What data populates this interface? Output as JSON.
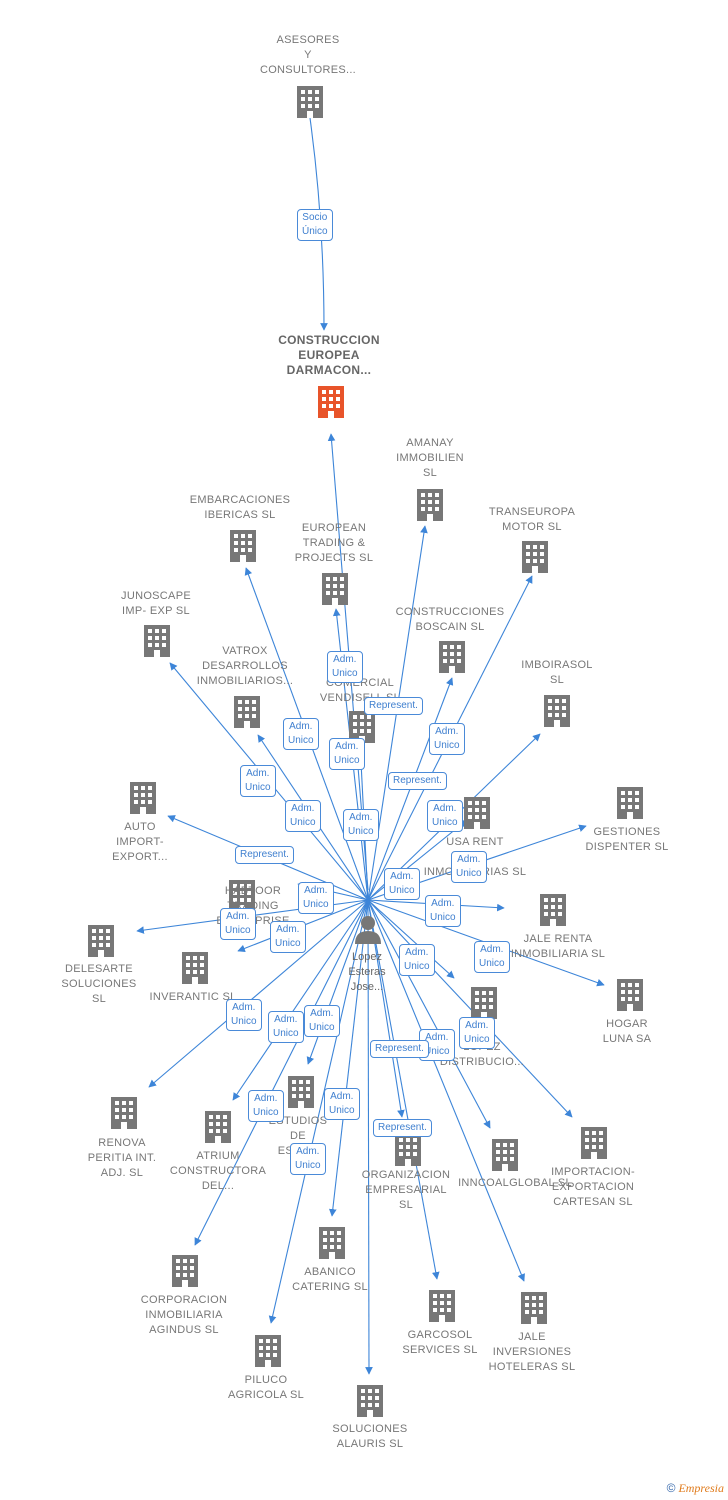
{
  "diagram": {
    "center_person": "Lopez\nEsteras\nJose...",
    "top_company": "ASESORES\nY\nCONSULTORES...",
    "main_company": "CONSTRUCCION\nEUROPEA\nDARMACON...",
    "top_relation": "Socio\nÚnico",
    "companies": [
      "AMANAY\nIMMOBILIEN\nSL",
      "EMBARCACIONES\nIBERICAS SL",
      "EUROPEAN\nTRADING &\nPROJECTS SL",
      "TRANSEUROPA\nMOTOR SL",
      "JUNOSCAPE\nIMP- EXP SL",
      "CONSTRUCCIONES\nBOSCAIN SL",
      "VATROX\nDESARROLLOS\nINMOBILIARIOS...",
      "COMERCIAL\nVENDISELL SL",
      "IMBOIRASOL\nSL",
      "AUTO\nIMPORT-\nEXPORT...",
      "USA RENT\nGES\nINMOBILIARIAS SL",
      "GESTIONES\nDISPENTER SL",
      "HABTOOR\nTRADING\nENTERPRISE",
      "DELESARTE\nSOLUCIONES\nSL",
      "INVERANTIC SL",
      "JALE RENTA\nINMOBILIARIA SL",
      "HOGAR\nLUNA SA",
      "I\nLOPEZ\nDISTRIBUCIO...",
      "RENOVA\nPERITIA INT.\nADJ. SL",
      "ATRIUM\nCONSTRUCTORA\nDEL...",
      "ESTUDIOS\nDE\nESTU...",
      "IMPORTACION-\nEXPORTACION\nCARTESAN SL",
      "INNCOALGLOBAL SL",
      "ORGANIZACION\nEMPRESARIAL\nSL",
      "ABANICO\nCATERING SL",
      "CORPORACION\nINMOBILIARIA\nAGINDUS SL",
      "GARCOSOL\nSERVICES SL",
      "JALE\nINVERSIONES\nHOTELERAS SL",
      "PILUCO\nAGRICOLA SL",
      "SOLUCIONES\nALAURIS SL"
    ],
    "relations": [
      "Adm.\nUnico",
      "Adm.\nUnico",
      "Represent.",
      "Adm.\nUnico",
      "Adm.\nUnico",
      "Adm.\nUnico",
      "Adm.\nUnico",
      "Represent.",
      "Adm.\nUnico",
      "Adm.\nUnico",
      "Represent.",
      "Adm.\nUnico",
      "Adm.\nUnico",
      "Adm.\nUnico",
      "Adm.\nUnico",
      "Adm.\nUnico",
      "Adm.\nUnico",
      "Adm.\nUnico",
      "Adm.\nUnico",
      "Adm.\nUnico",
      "Adm.\nUnico",
      "Adm.\nUnico",
      "Adm.\nUnico",
      "Adm.\nUnico",
      "Represent.",
      "Adm.\nUnico",
      "Adm.\nUnico",
      "Represent.",
      "Adm.\nUnico"
    ],
    "footer_copyright": "©",
    "footer_brand": "Empresia",
    "colors": {
      "edge": "#3d85d8",
      "building": "#777777",
      "main_building": "#e8542a"
    }
  }
}
